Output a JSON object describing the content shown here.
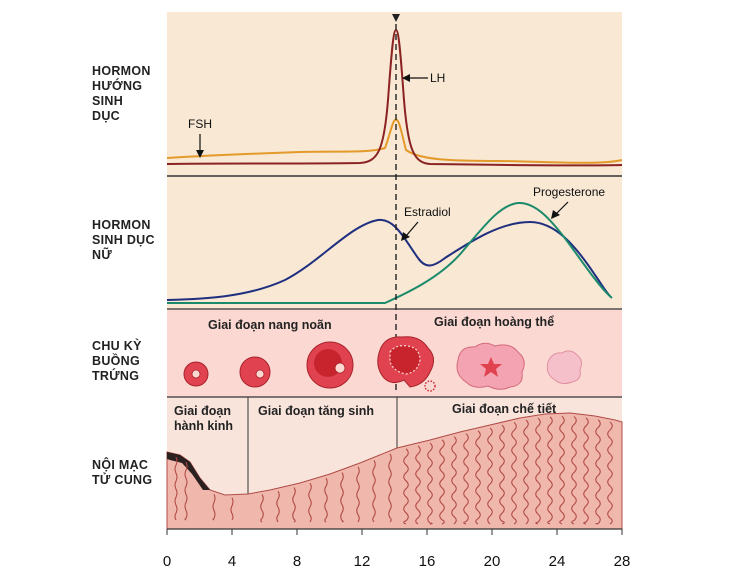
{
  "rows": [
    {
      "id": "gonadotropic",
      "lines": [
        "HORMON",
        "HƯỚNG",
        "SINH",
        "DỤC"
      ]
    },
    {
      "id": "sex-hormones",
      "lines": [
        "HORMON",
        "SINH DỤC",
        "NỮ"
      ]
    },
    {
      "id": "ovarian-cycle",
      "lines": [
        "CHU KỲ",
        "BUỒNG",
        "TRỨNG"
      ]
    },
    {
      "id": "endometrium",
      "lines": [
        "NỘI MẠC",
        "TỬ CUNG"
      ]
    }
  ],
  "hormone_labels": {
    "fsh": "FSH",
    "lh": "LH",
    "estradiol": "Estradiol",
    "progesterone": "Progesterone"
  },
  "ovarian_phases": {
    "follicular": "Giai đoạn nang noãn",
    "luteal": "Giai đoạn hoàng thể"
  },
  "endometrial_phases": {
    "menstrual_line1": "Giai đoạn",
    "menstrual_line2": "hành kinh",
    "proliferative": "Giai đoạn tăng sinh",
    "secretory": "Giai đoạn chế tiết"
  },
  "axis": {
    "ticks": [
      "0",
      "4",
      "8",
      "12",
      "16",
      "20",
      "24",
      "28"
    ],
    "min": 0,
    "max": 28
  },
  "colors": {
    "panel_bg": "#f8e8d4",
    "ovary_bg": "#fbd9d2",
    "endo_bg": "#f3c9c0",
    "fsh": "#e39a2a",
    "lh": "#8b2323",
    "estradiol": "#1f2f7f",
    "progesterone": "#1b8a6b",
    "follicle": "#e0434f"
  }
}
